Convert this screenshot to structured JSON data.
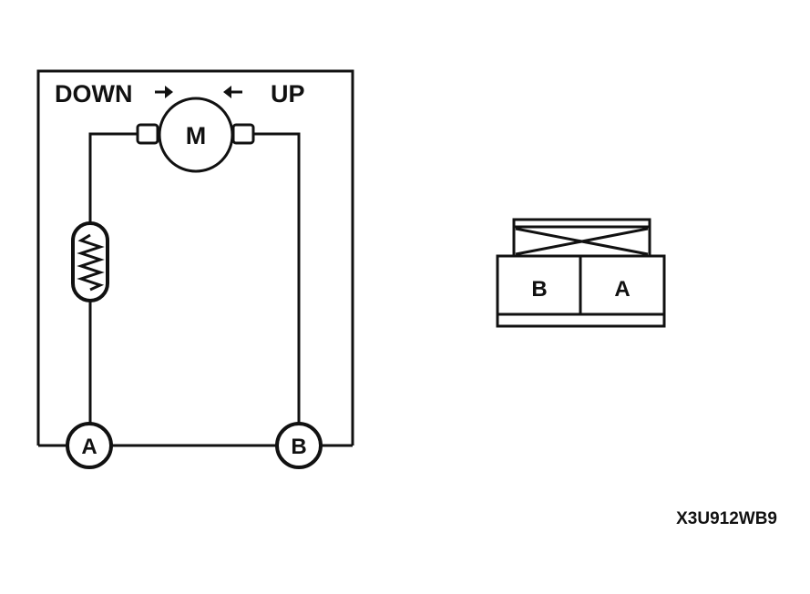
{
  "schematic": {
    "direction_left": "DOWN",
    "direction_right": "UP",
    "motor_label": "M",
    "terminal_a": "A",
    "terminal_b": "B"
  },
  "connector": {
    "pins": [
      "B",
      "A"
    ]
  },
  "figure_code": "X3U912WB9"
}
